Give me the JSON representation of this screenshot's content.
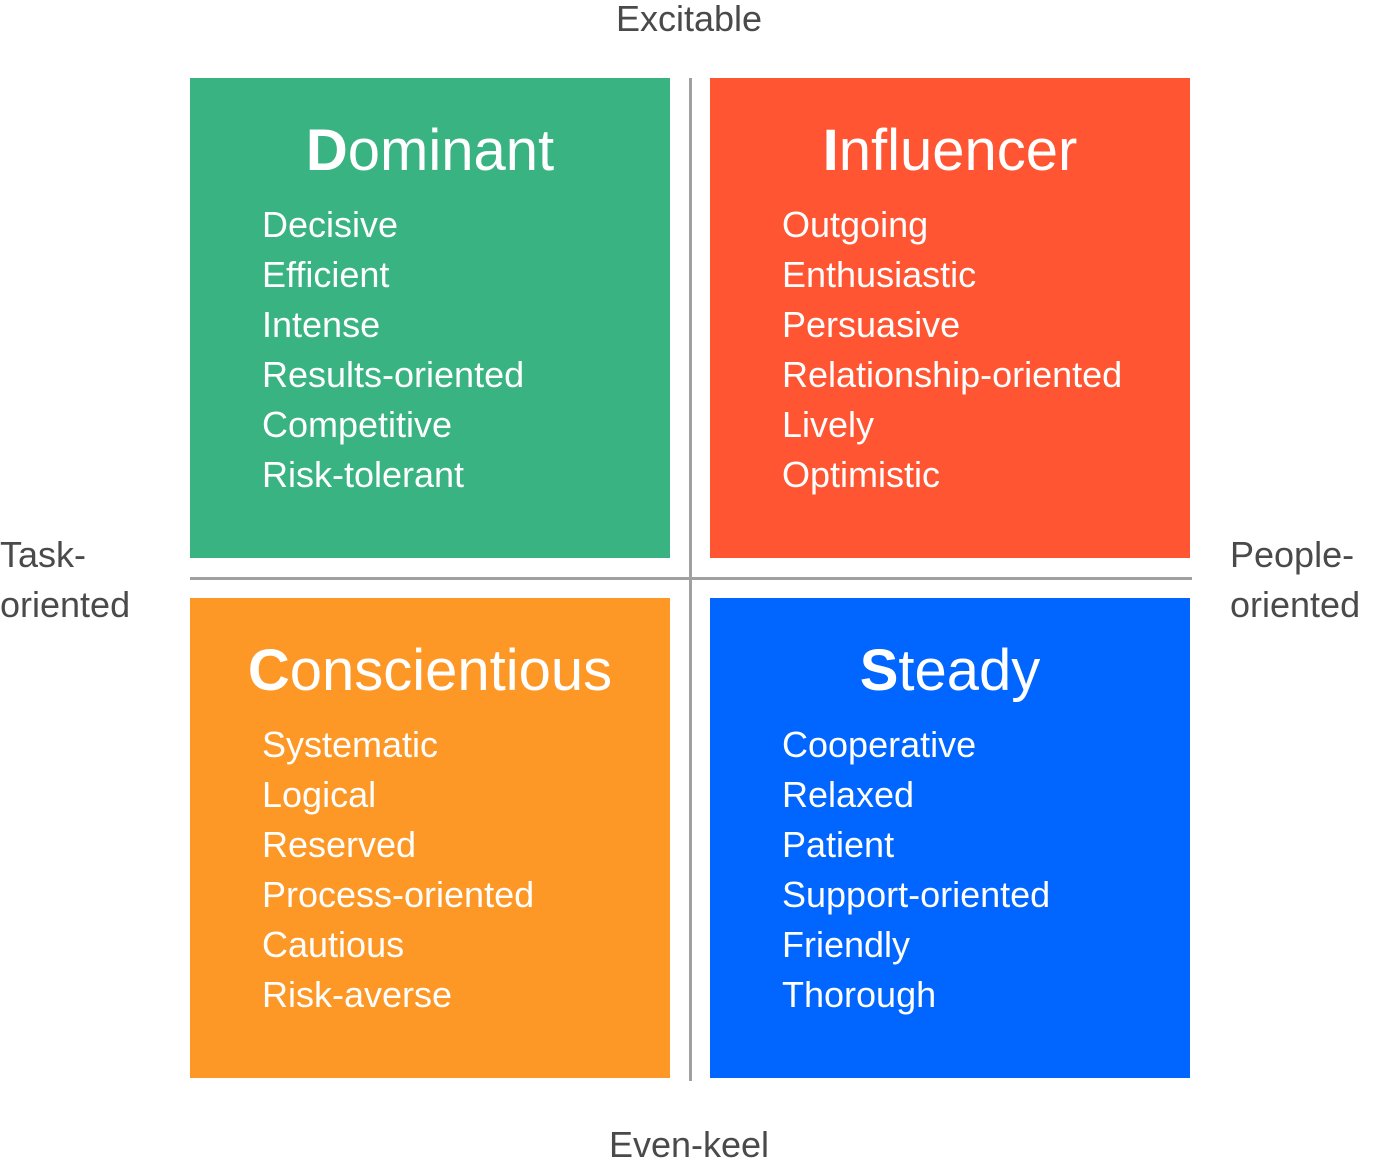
{
  "axes": {
    "top": "Excitable",
    "bottom": "Even-keel",
    "left": [
      "Task-",
      "oriented"
    ],
    "right": [
      "People-",
      "oriented"
    ]
  },
  "colors": {
    "dominant": "#38b381",
    "influencer": "#ff5533",
    "conscientious": "#fd9826",
    "steady": "#0066ff",
    "divider": "#a0a0a0",
    "axis_text": "#4a4a4a"
  },
  "quadrants": {
    "dominant": {
      "initial": "D",
      "rest": "ominant",
      "traits": [
        "Decisive",
        "Efficient",
        "Intense",
        "Results-oriented",
        "Competitive",
        "Risk-tolerant"
      ]
    },
    "influencer": {
      "initial": "I",
      "rest": "nfluencer",
      "traits": [
        "Outgoing",
        "Enthusiastic",
        "Persuasive",
        "Relationship-oriented",
        "Lively",
        "Optimistic"
      ]
    },
    "conscientious": {
      "initial": "C",
      "rest": "onscientious",
      "traits": [
        "Systematic",
        "Logical",
        "Reserved",
        "Process-oriented",
        "Cautious",
        "Risk-averse"
      ]
    },
    "steady": {
      "initial": "S",
      "rest": "teady",
      "traits": [
        "Cooperative",
        "Relaxed",
        "Patient",
        "Support-oriented",
        "Friendly",
        "Thorough"
      ]
    }
  }
}
